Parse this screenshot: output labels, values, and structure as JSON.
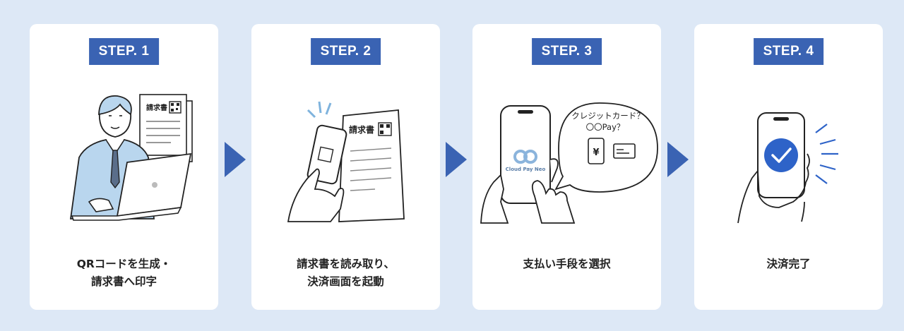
{
  "steps": [
    {
      "badge": "STEP. 1",
      "doc_label": "請求書",
      "caption": [
        "QRコードを生成・",
        "請求書へ印字"
      ]
    },
    {
      "badge": "STEP. 2",
      "doc_label": "請求書",
      "caption": [
        "請求書を読み取り、",
        "決済画面を起動"
      ]
    },
    {
      "badge": "STEP. 3",
      "app_name": "Cloud Pay Neo",
      "bubble_text": [
        "クレジットカード？",
        "〇〇Pay？"
      ],
      "yen_symbol": "¥",
      "caption": [
        "支払い手段を選択"
      ]
    },
    {
      "badge": "STEP. 4",
      "caption": [
        "決済完了"
      ]
    }
  ],
  "colors": {
    "background": "#dde8f6",
    "accent": "#3a63b3",
    "figure_fill": "#b9d6ee",
    "check_blue": "#2e63c8"
  },
  "icons": [
    "businessman-laptop-illustration",
    "qr-code-icon",
    "phone-scan-illustration",
    "speech-bubble",
    "yen-card-icon",
    "credit-card-icon",
    "check-circle-icon",
    "chevron-right-arrow"
  ]
}
